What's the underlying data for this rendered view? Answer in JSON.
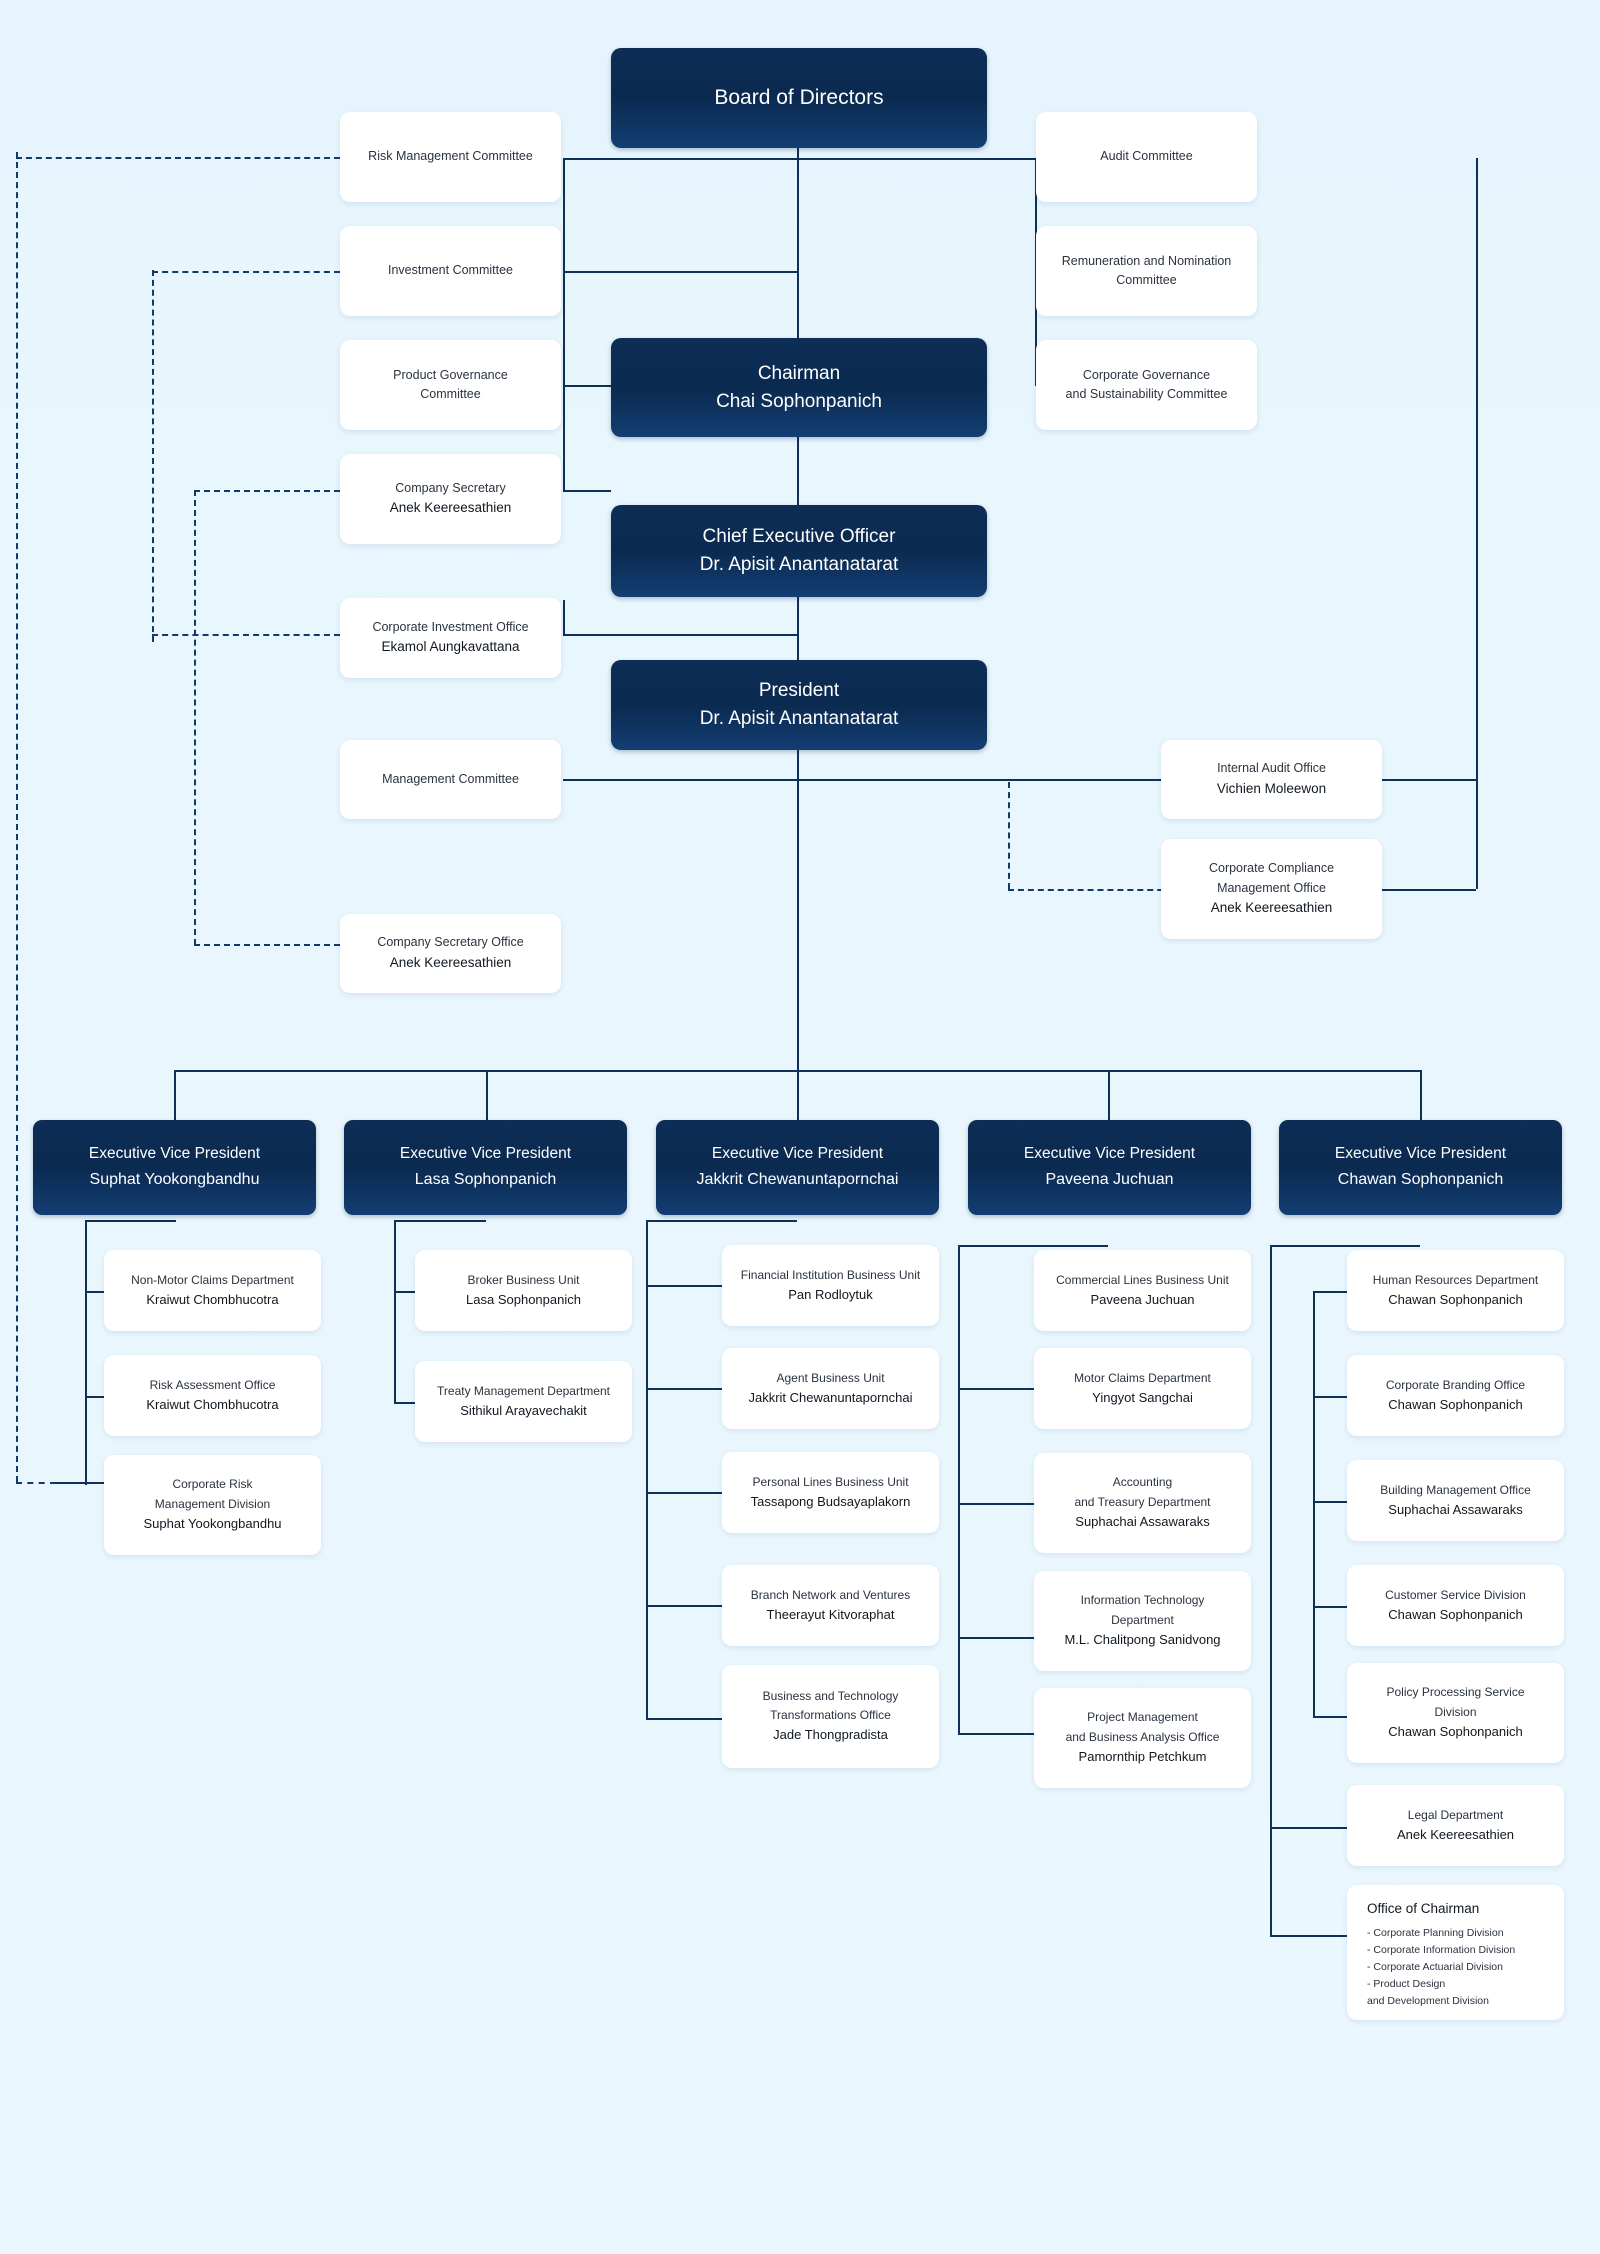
{
  "theme": {
    "background": "#e8f6fd",
    "dark_box": "#0d2d56",
    "light_box": "#ffffff",
    "line": "#0f3057",
    "dashed_line": "#123a66"
  },
  "root": {
    "title": "Board of Directors"
  },
  "spine": [
    {
      "title": "Chairman",
      "name": "Chai Sophonpanich"
    },
    {
      "title": "Chief Executive Officer",
      "name": "Dr. Apisit Anantanatarat"
    },
    {
      "title": "President",
      "name": "Dr. Apisit Anantanatarat"
    }
  ],
  "left_committees": [
    {
      "title": "Risk Management Committee",
      "name": ""
    },
    {
      "title": "Investment Committee",
      "name": ""
    },
    {
      "title": "Product Governance\nCommittee",
      "name": ""
    },
    {
      "title": "Company Secretary",
      "name": "Anek Keereesathien"
    },
    {
      "title": "Corporate Investment Office",
      "name": "Ekamol Aungkavattana"
    },
    {
      "title": "Management Committee",
      "name": ""
    },
    {
      "title": "Company Secretary Office",
      "name": "Anek Keereesathien"
    }
  ],
  "right_committees": [
    {
      "title": "Audit Committee",
      "name": ""
    },
    {
      "title": "Remuneration and Nomination\nCommittee",
      "name": ""
    },
    {
      "title": "Corporate Governance\nand Sustainability Committee",
      "name": ""
    }
  ],
  "right_offices": [
    {
      "title": "Internal Audit Office",
      "name": "Vichien Moleewon"
    },
    {
      "title": "Corporate Compliance\nManagement Office",
      "name": "Anek Keereesathien"
    }
  ],
  "evps": [
    {
      "title": "Executive Vice President",
      "name": "Suphat Yookongbandhu"
    },
    {
      "title": "Executive Vice President",
      "name": "Lasa Sophonpanich"
    },
    {
      "title": "Executive Vice President",
      "name": "Jakkrit Chewanuntapornchai"
    },
    {
      "title": "Executive Vice President",
      "name": "Paveena Juchuan"
    },
    {
      "title": "Executive Vice President",
      "name": "Chawan Sophonpanich"
    }
  ],
  "col1": [
    {
      "title": "Non-Motor Claims Department",
      "name": "Kraiwut Chombhucotra"
    },
    {
      "title": "Risk Assessment Office",
      "name": "Kraiwut Chombhucotra"
    },
    {
      "title": "Corporate Risk\nManagement Division",
      "name": "Suphat Yookongbandhu"
    }
  ],
  "col2": [
    {
      "title": "Broker Business Unit",
      "name": "Lasa Sophonpanich"
    },
    {
      "title": "Treaty Management Department",
      "name": "Sithikul Arayavechakit"
    }
  ],
  "col3": [
    {
      "title": "Financial Institution Business Unit",
      "name": "Pan Rodloytuk"
    },
    {
      "title": "Agent Business Unit",
      "name": "Jakkrit Chewanuntapornchai"
    },
    {
      "title": "Personal Lines Business Unit",
      "name": "Tassapong Budsayaplakorn"
    },
    {
      "title": "Branch Network and Ventures",
      "name": "Theerayut Kitvoraphat"
    },
    {
      "title": "Business and Technology\nTransformations Office",
      "name": "Jade Thongpradista"
    }
  ],
  "col4": [
    {
      "title": "Commercial Lines Business Unit",
      "name": "Paveena Juchuan"
    },
    {
      "title": "Motor Claims Department",
      "name": "Yingyot Sangchai"
    },
    {
      "title": "Accounting\nand Treasury Department",
      "name": "Suphachai Assawaraks"
    },
    {
      "title": "Information Technology\nDepartment",
      "name": "M.L. Chalitpong Sanidvong"
    },
    {
      "title": "Project Management\nand Business Analysis Office",
      "name": "Pamornthip Petchkum"
    }
  ],
  "col5": [
    {
      "title": "Human Resources Department",
      "name": "Chawan Sophonpanich"
    },
    {
      "title": "Corporate Branding Office",
      "name": "Chawan Sophonpanich"
    },
    {
      "title": "Building Management Office",
      "name": "Suphachai Assawaraks"
    },
    {
      "title": "Customer Service Division",
      "name": "Chawan Sophonpanich"
    },
    {
      "title": "Policy Processing Service\nDivision",
      "name": "Chawan Sophonpanich"
    },
    {
      "title": "Legal Department",
      "name": "Anek Keereesathien"
    }
  ],
  "office_of_chairman": {
    "title": "Office of Chairman",
    "items": [
      "-  Corporate Planning Division",
      "-  Corporate Information Division",
      "-  Corporate Actuarial Division",
      "-  Product Design\n    and Development Division"
    ]
  }
}
